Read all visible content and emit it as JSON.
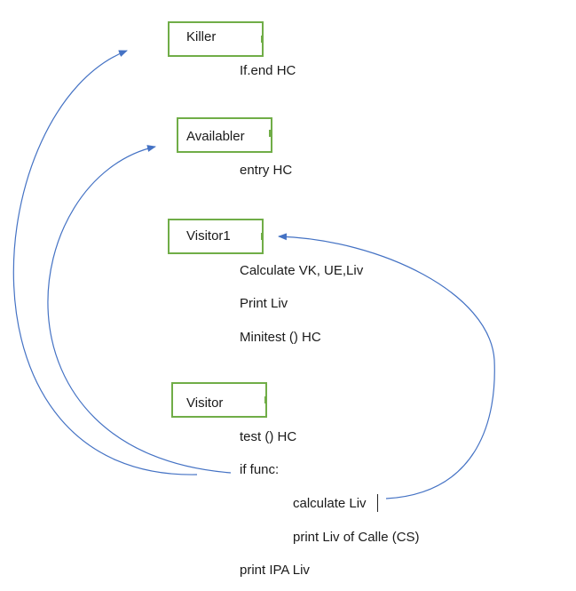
{
  "nodes": {
    "killer": {
      "label": "Killer"
    },
    "availabler": {
      "label": "Availabler"
    },
    "visitor1": {
      "label": "Visitor1"
    },
    "visitor": {
      "label": "Visitor"
    }
  },
  "lines": {
    "killer_1": "If.end HC",
    "availabler_1": "entry HC",
    "visitor1_1": "Calculate VK, UE,Liv",
    "visitor1_2": "Print Liv",
    "visitor1_3": "Minitest () HC",
    "visitor_1": "test () HC",
    "visitor_2": "if func:",
    "visitor_3": "calculate Liv",
    "visitor_4": "print Liv of Calle (CS)",
    "visitor_5": "print IPA Liv"
  },
  "colors": {
    "box_border": "#70ad47",
    "arrow": "#4472c4",
    "text": "#1a1a1a"
  }
}
